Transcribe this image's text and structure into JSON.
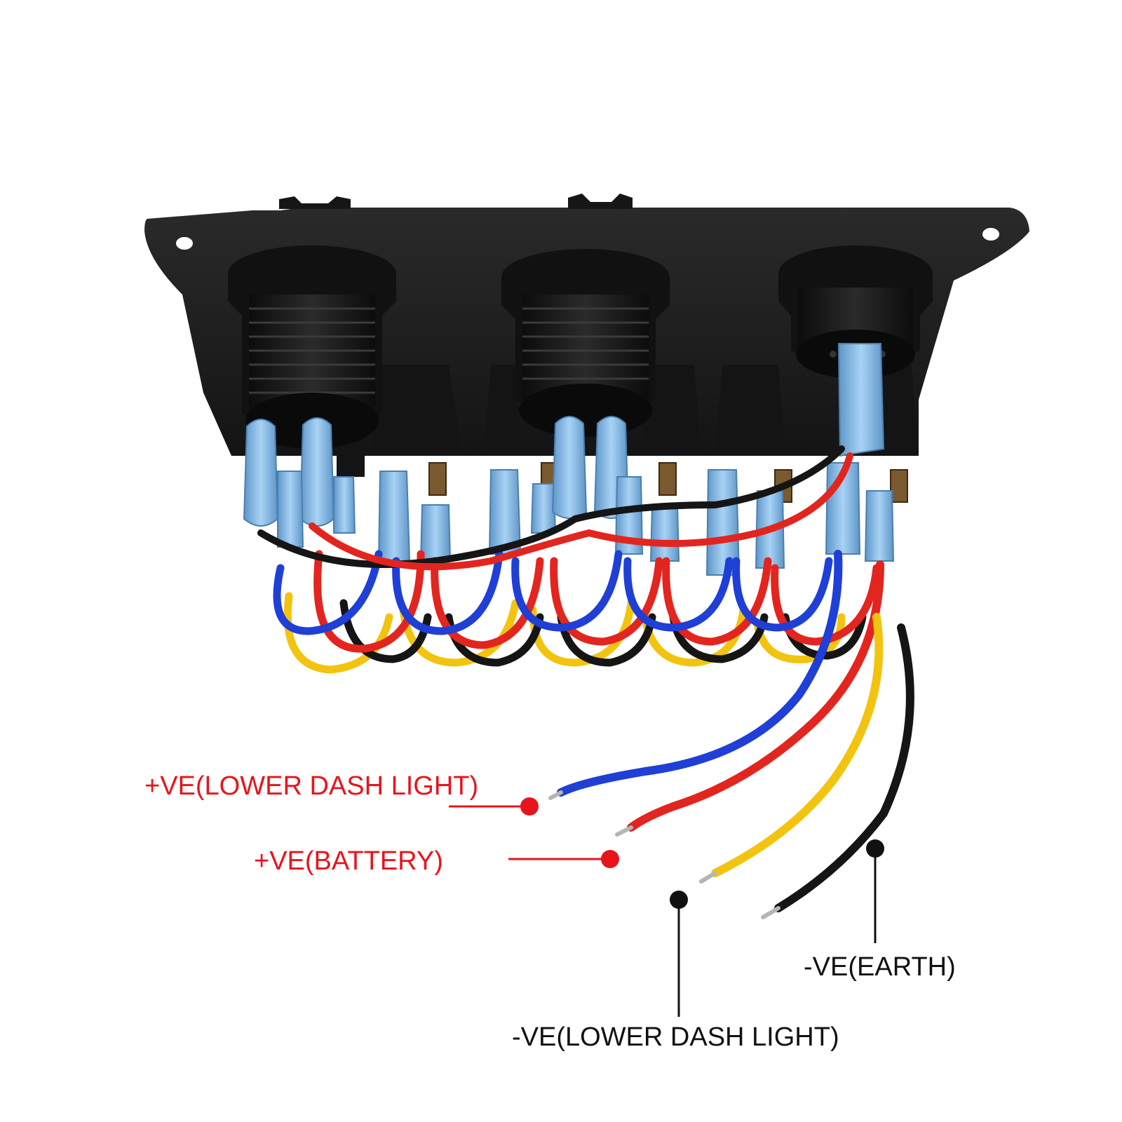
{
  "labels": {
    "positive_lower_dash_light": "+VE(LOWER DASH LIGHT)",
    "positive_battery": "+VE(BATTERY)",
    "negative_earth": "-VE(EARTH)",
    "negative_lower_dash_light": "-VE(LOWER DASH LIGHT)"
  },
  "colors": {
    "positive_marker": "#e8141b",
    "negative_marker": "#111111",
    "wire_blue": "#1f3fd6",
    "wire_red": "#e3251f",
    "wire_yellow": "#f2c40f",
    "wire_black": "#151515",
    "panel": "#1c1c1c",
    "terminal_sleeve": "#7fb6e6"
  },
  "components": {
    "sockets": 3,
    "switches": 6,
    "loose_leads": [
      "blue",
      "red",
      "yellow",
      "black"
    ]
  }
}
